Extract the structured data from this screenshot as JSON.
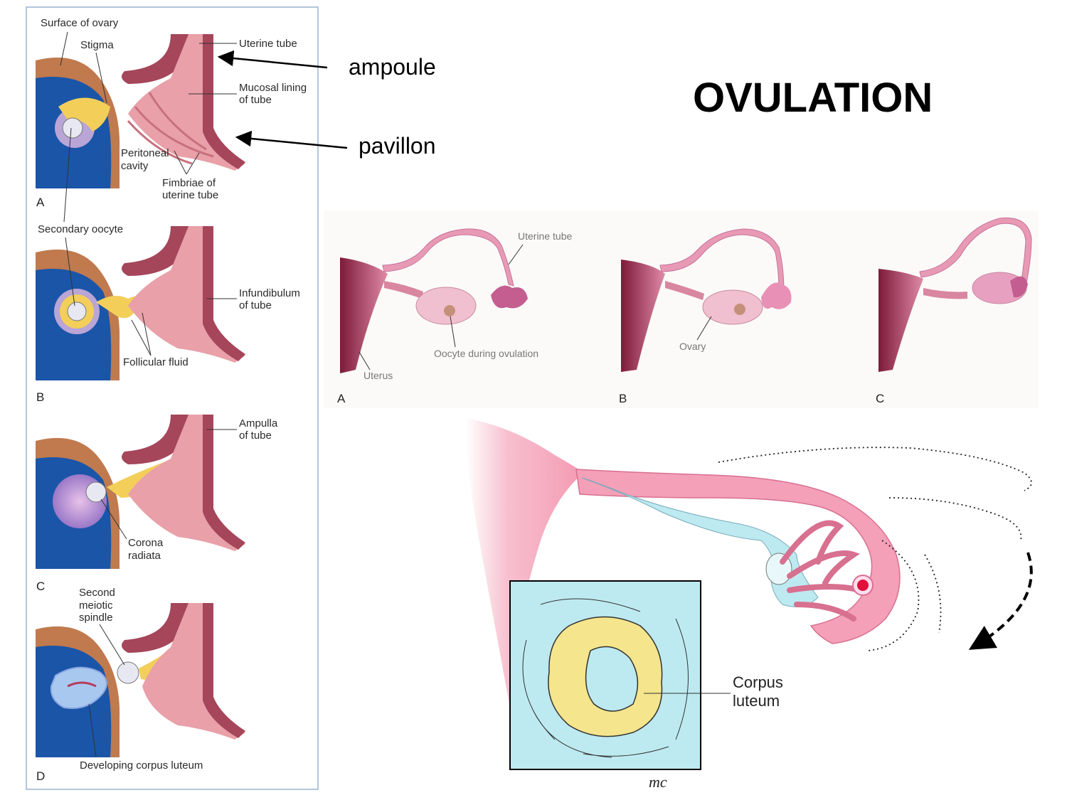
{
  "slide": {
    "title": "OVULATION",
    "annotations": {
      "ampoule": "ampoule",
      "pavillon": "pavillon"
    }
  },
  "left_figure": {
    "panel_a": {
      "letter": "A",
      "labels": {
        "surface": "Surface of ovary",
        "stigma": "Stigma",
        "uterine_tube": "Uterine tube",
        "mucosal_1": "Mucosal lining",
        "mucosal_2": "of tube",
        "peritoneal_1": "Peritoneal",
        "peritoneal_2": "cavity",
        "fimbriae_1": "Fimbriae of",
        "fimbriae_2": "uterine tube"
      }
    },
    "panel_b": {
      "letter": "B",
      "labels": {
        "secondary_oocyte": "Secondary oocyte",
        "infundibulum_1": "Infundibulum",
        "infundibulum_2": "of tube",
        "follicular": "Follicular fluid"
      }
    },
    "panel_c": {
      "letter": "C",
      "labels": {
        "ampulla_1": "Ampulla",
        "ampulla_2": "of tube",
        "corona_1": "Corona",
        "corona_2": "radiata"
      }
    },
    "panel_d": {
      "letter": "D",
      "labels": {
        "second_1": "Second",
        "second_2": "meiotic",
        "second_3": "spindle",
        "developing": "Developing corpus luteum"
      }
    }
  },
  "top_right_figure": {
    "labels": {
      "uterine_tube": "Uterine tube",
      "uterus": "Uterus",
      "oocyte": "Oocyte during ovulation",
      "ovary": "Ovary"
    },
    "letters": [
      "A",
      "B",
      "C"
    ]
  },
  "bottom_right_figure": {
    "corpus_1": "Corpus",
    "corpus_2": "luteum",
    "signature": "mc"
  },
  "colors": {
    "ovary_blue": "#1a55a8",
    "ovary_surface": "#c07a4e",
    "tube_wall": "#a5465a",
    "tube_mucosa": "#e9a0a8",
    "oocyte_yellow": "#f3cf5a",
    "tube_pink": "#f4a0b8",
    "ovary_cyan": "#bdeaf0",
    "corpus_yellow": "#f5e58c"
  }
}
